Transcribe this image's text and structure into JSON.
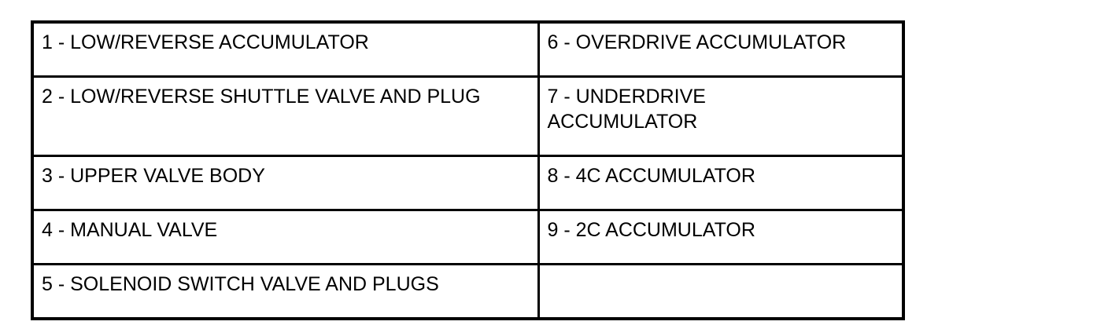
{
  "legend": {
    "rows": [
      {
        "left": "1 - LOW/REVERSE ACCUMULATOR",
        "right": "6 - OVERDRIVE ACCUMULATOR"
      },
      {
        "left": "2 - LOW/REVERSE SHUTTLE VALVE AND PLUG",
        "right": "7 - UNDERDRIVE ACCUMULATOR"
      },
      {
        "left": "3 - UPPER VALVE BODY",
        "right": "8 - 4C ACCUMULATOR"
      },
      {
        "left": "4 - MANUAL VALVE",
        "right": "9 - 2C ACCUMULATOR"
      },
      {
        "left": "5 - SOLENOID SWITCH VALVE AND PLUGS",
        "right": ""
      }
    ]
  }
}
